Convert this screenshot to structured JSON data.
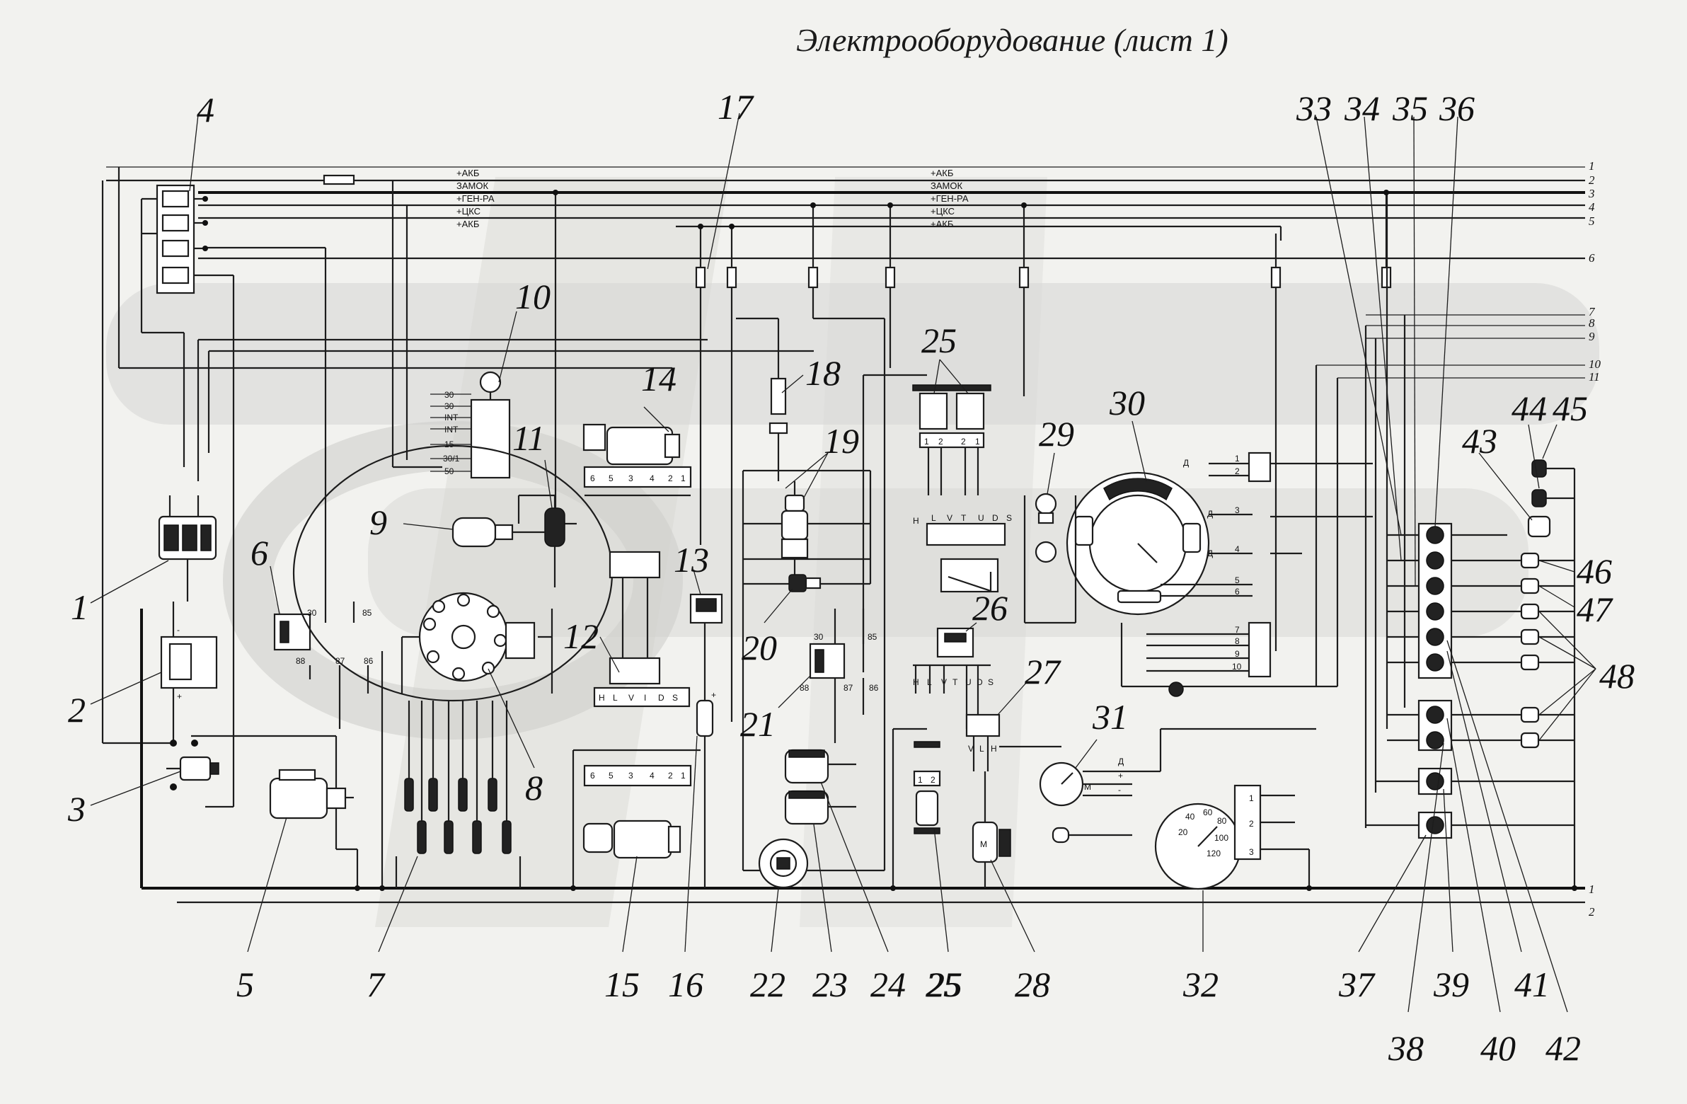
{
  "title": "Электрооборудование (лист 1)",
  "bus_labels_left": [
    "+АКБ",
    "ЗАМОК",
    "+ГЕН-РА",
    "+ЦКС",
    "+АКБ"
  ],
  "bus_labels_right": [
    "+АКБ",
    "ЗАМОК",
    "+ГЕН-РА",
    "+ЦКС",
    "+АКБ"
  ],
  "wire_numbers_top": [
    "1",
    "2",
    "3",
    "4",
    "5",
    "6",
    "7",
    "8",
    "9",
    "10",
    "11"
  ],
  "wire_numbers_bottom": [
    "1",
    "2"
  ],
  "component_numbers": [
    "1",
    "2",
    "3",
    "4",
    "5",
    "6",
    "7",
    "8",
    "9",
    "10",
    "11",
    "12",
    "13",
    "14",
    "15",
    "16",
    "17",
    "18",
    "19",
    "20",
    "21",
    "22",
    "23",
    "24",
    "25",
    "25",
    "25",
    "26",
    "27",
    "28",
    "29",
    "30",
    "31",
    "32",
    "33",
    "34",
    "35",
    "36",
    "37",
    "38",
    "39",
    "40",
    "41",
    "42",
    "43",
    "44",
    "45",
    "46",
    "47",
    "48"
  ],
  "terminal_labels": {
    "ignition_switch": [
      "30",
      "30",
      "INT",
      "INT",
      "15",
      "30/1",
      "50"
    ],
    "relay_6": [
      "30",
      "85",
      "88",
      "87",
      "86"
    ],
    "relay_21": [
      "30",
      "85",
      "88",
      "87",
      "86"
    ],
    "connector_14": [
      "6",
      "5",
      "3",
      "4",
      "2",
      "1"
    ],
    "connector_15": [
      "6",
      "5",
      "3",
      "4",
      "2",
      "1"
    ],
    "switch_12": [
      "H",
      "L",
      "V",
      "I",
      "D",
      "S"
    ],
    "switch_26": [
      "H",
      "L",
      "V",
      "T",
      "U",
      "D",
      "S"
    ],
    "block_25": [
      "1",
      "2",
      "2",
      "1"
    ],
    "block_25_bottom": [
      "1",
      "2"
    ],
    "cluster_30": [
      "1",
      "2",
      "3",
      "4",
      "5",
      "6",
      "7",
      "8",
      "9",
      "10"
    ],
    "cluster_30_side": [
      "Д",
      "Д",
      "Д"
    ],
    "gauge_31": [
      "Д",
      "+",
      "-",
      "М"
    ],
    "speedometer_32": [
      "1",
      "2",
      "3"
    ],
    "speedometer_scale": [
      "20",
      "40",
      "60",
      "80",
      "100",
      "120"
    ],
    "motor_28": "M",
    "lamp_16": "+"
  }
}
